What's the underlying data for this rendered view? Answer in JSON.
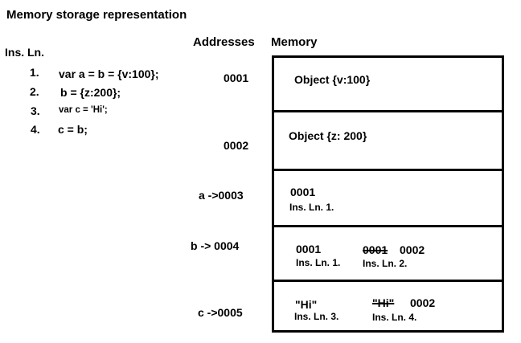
{
  "title": "Memory storage representation",
  "ins_heading": "Ins. Ln.",
  "instructions": [
    {
      "num": "1.",
      "code": "var a = b = {v:100};"
    },
    {
      "num": "2.",
      "code": "b = {z:200};"
    },
    {
      "num": "3.",
      "code": "var c = 'Hi';"
    },
    {
      "num": "4.",
      "code": "c = b;"
    }
  ],
  "addresses_heading": "Addresses",
  "memory_heading": "Memory",
  "addresses": [
    "0001",
    "0002",
    "a ->0003",
    "b  -> 0004",
    "c ->0005"
  ],
  "cells": {
    "c1": {
      "value": "Object {v:100}"
    },
    "c2": {
      "value": "Object {z: 200}"
    },
    "c3": {
      "value": "0001",
      "note": "Ins. Ln. 1."
    },
    "c4": {
      "old_value": "0001",
      "old_note": "Ins. Ln. 1.",
      "struck": "0001",
      "new_value": "0002",
      "new_note": "Ins. Ln. 2."
    },
    "c5": {
      "old_value": "\"Hi\"",
      "old_note": "Ins. Ln. 3.",
      "struck": "\"Hi\"",
      "new_value": "0002",
      "new_note": "Ins. Ln. 4."
    }
  }
}
